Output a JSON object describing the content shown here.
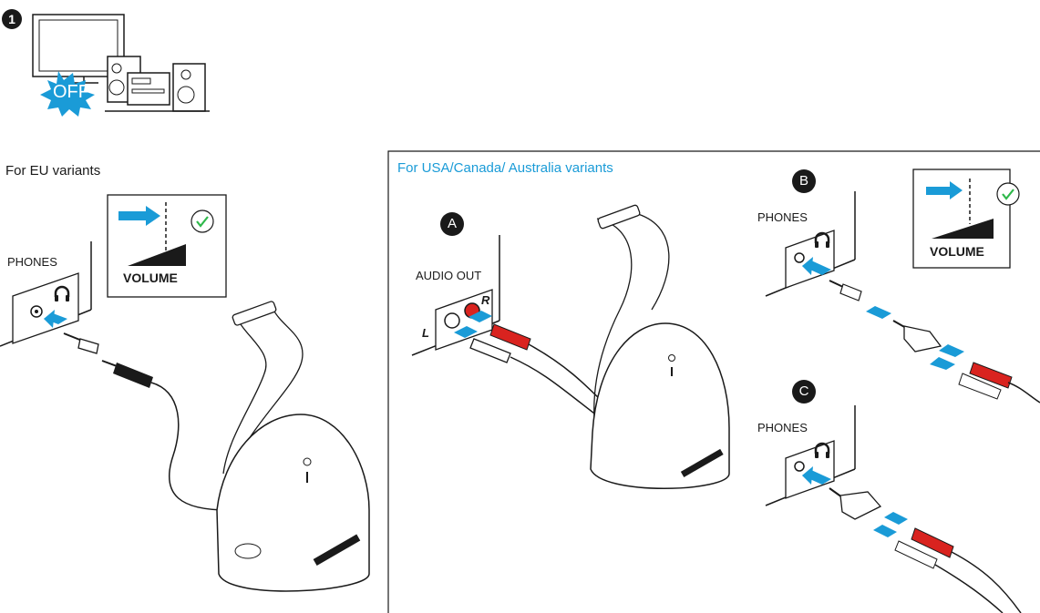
{
  "step1": {
    "number": "1",
    "off_label": "OFF"
  },
  "eu": {
    "title": "For EU variants",
    "port_label": "PHONES",
    "volume_label": "VOLUME"
  },
  "usa": {
    "title": "For USA/Canada/ Australia variants",
    "A": {
      "badge": "A",
      "port_label": "AUDIO OUT",
      "left": "L",
      "right": "R"
    },
    "B": {
      "badge": "B",
      "port_label": "PHONES",
      "volume_label": "VOLUME"
    },
    "C": {
      "badge": "C",
      "port_label": "PHONES"
    }
  },
  "colors": {
    "accent_blue": "#1a9bd7",
    "check_green": "#2eb84a",
    "rca_red": "#d9231f",
    "ink": "#1a1a1a"
  },
  "icons": [
    "tv-icon",
    "stereo-icon",
    "volume-wedge-icon",
    "arrow-icon",
    "checkmark-icon",
    "headphones-icon",
    "jack-plug-icon",
    "rca-cable-icon",
    "transmitter-icon"
  ]
}
